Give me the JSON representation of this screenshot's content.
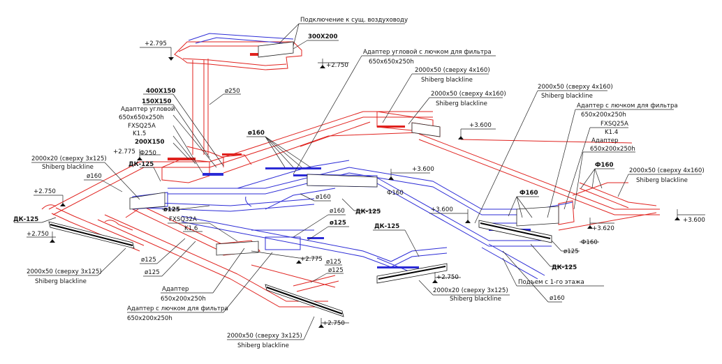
{
  "labels": {
    "connect_existing": "Подключение к сущ. воздуховоду",
    "size_300x200": "300X200",
    "lvl_2795_top": "+2.795",
    "lvl_2750_top": "+2.750",
    "adapter_corner_title": "Адаптер угловой с лючком для фильтра",
    "adapter_corner_dim": "650x650x250h",
    "grille_top1_title": "2000x50 (сверху 4x160)",
    "grille_top1_sub": "Shiberg blackline",
    "grille_top2_title": "2000x50 (сверху 4x160)",
    "grille_top2_sub": "Shiberg blackline",
    "grille_right1_title": "2000x50 (сверху 4x160)",
    "grille_right1_sub": "Shiberg blackline",
    "adapter_hatch_right": "Адаптер с лючком для фильтра",
    "adapter_hatch_right_dim": "650x200x250h",
    "fxsq25a_right": "FXSQ25A",
    "k14": "K1.4",
    "adapter_right": "Адаптер",
    "adapter_right_dim": "650x200x250h",
    "phi160_bold_right": "Ф160",
    "grille_right2_title": "2000x50 (сверху 4x160)",
    "grille_right2_sub": "Shiberg blackline",
    "lvl_3600_right": "+3.600",
    "lvl_3620": "+3.620",
    "phi160_right_low": "Ф160",
    "d125_right": "ø125",
    "dk125_right": "ДК-125",
    "lvl_3600_upper": "+3.600",
    "lvl_3600_mid1": "+3.600",
    "lvl_3600_mid2": "+3.600",
    "phi160_mid": "Ф160",
    "phi160_bold_mid": "Ф160",
    "size_400x150": "400X150",
    "size_150x150": "150X150",
    "adapter_corner_left": "Адаптер угловой",
    "adapter_corner_left_dim": "650x650x250h",
    "fxsq25a_left": "FXSQ25A",
    "k15": "K1.5",
    "size_200x150": "200X150",
    "phi250": "Ф250",
    "d250": "ø250",
    "lvl_2775_left": "+2.775",
    "dk125_left": "ДК-125",
    "grille_left_title": "2000x20 (сверху 3x125)",
    "grille_left_sub": "Shiberg blackline",
    "d160_left": "ø160",
    "lvl_2750_left": "+2.750",
    "dk125_far_left": "ДК-125",
    "lvl_2750_left2": "+2.750",
    "d160_bold_center": "ø160",
    "d125_bold_center": "ø125",
    "d160_center": "ø160",
    "d160_center2": "ø160",
    "d125_bold_center2": "ø125",
    "dk125_center": "ДК-125",
    "fxsq32a": "FXSQ32A",
    "k16": "K1.6",
    "lvl_2775_center": "+2.775",
    "dk125_center2": "ДК-125",
    "grille_center_title": "2000x20 (сверху 3x125)",
    "grille_center_sub": "Shiberg blackline",
    "lvl_2750_center": "+2.750",
    "podyem": "Подъем с 1-го этажа",
    "d160_right_low": "ø160",
    "grille_bl_title": "2000x50 (сверху 3x125)",
    "grille_bl_sub": "Shiberg blackline",
    "d125_a": "ø125",
    "d125_b": "ø125",
    "adapter_bottom": "Адаптер",
    "adapter_bottom_dim": "650x200x250h",
    "adapter_hatch_bottom": "Адаптер с лючком для фильтра",
    "adapter_hatch_bottom_dim": "650x200x250h",
    "d125_c": "ø125",
    "d125_d": "ø125",
    "lvl_2750_bottom": "+2.750",
    "grille_bottom_title": "2000x50 (сверху 3x125)",
    "grille_bottom_sub": "Shiberg blackline"
  },
  "colors": {
    "supply_duct": "#e0221e",
    "return_duct": "#2b2bd6",
    "annotation": "#111111"
  }
}
